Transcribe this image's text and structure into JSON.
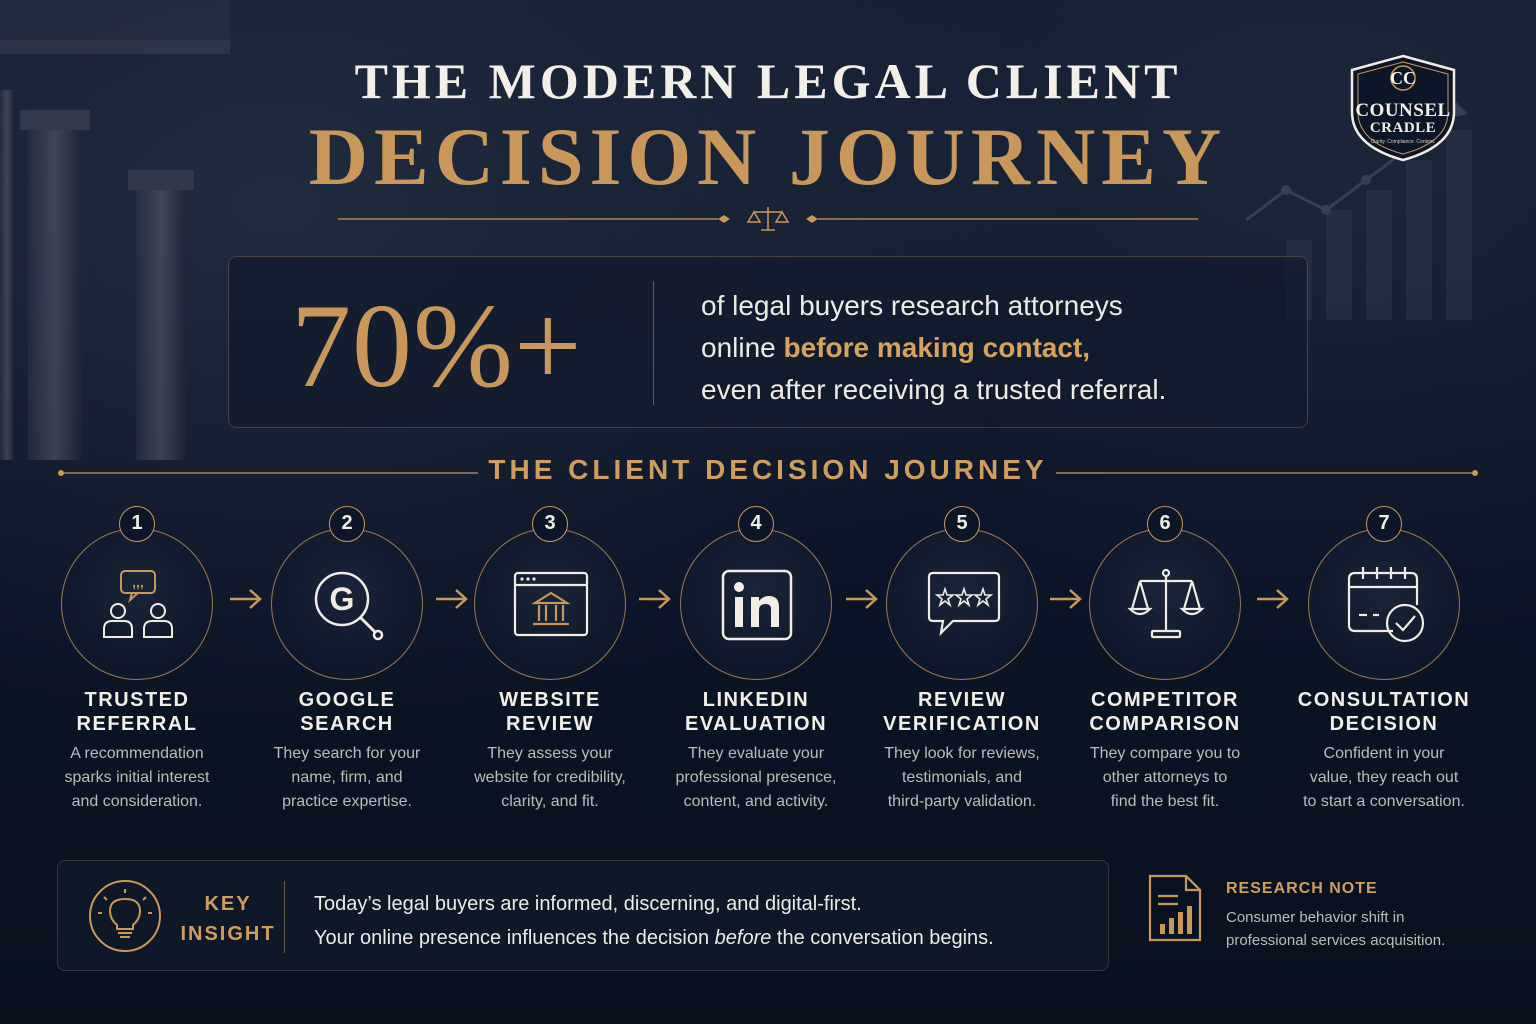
{
  "title": {
    "line1": "THE MODERN LEGAL CLIENT",
    "line2": "DECISION JOURNEY"
  },
  "logo": {
    "monogram": "CC",
    "name_line1": "COUNSEL",
    "name_line2": "CRADLE",
    "tagline": "Clarity. Compliance. Content."
  },
  "stat": {
    "number": "70%+",
    "text_line1": "of legal buyers research attorneys",
    "text_line2_plain": "online ",
    "text_line2_highlight": "before making contact,",
    "text_line3": "even after receiving a trusted referral."
  },
  "journey": {
    "heading": "THE CLIENT DECISION JOURNEY",
    "steps": [
      {
        "number": "1",
        "title1": "TRUSTED",
        "title2": "REFERRAL",
        "desc1": "A recommendation",
        "desc2": "sparks initial interest",
        "desc3": "and consideration.",
        "icon": "referral-chat-icon"
      },
      {
        "number": "2",
        "title1": "GOOGLE",
        "title2": "SEARCH",
        "desc1": "They search for your",
        "desc2": "name, firm, and",
        "desc3": "practice expertise.",
        "icon": "google-search-icon"
      },
      {
        "number": "3",
        "title1": "WEBSITE",
        "title2": "REVIEW",
        "desc1": "They assess your",
        "desc2": "website for credibility,",
        "desc3": "clarity, and fit.",
        "icon": "website-courthouse-icon"
      },
      {
        "number": "4",
        "title1": "LINKEDIN",
        "title2": "EVALUATION",
        "desc1": "They evaluate your",
        "desc2": "professional presence,",
        "desc3": "content, and activity.",
        "icon": "linkedin-icon"
      },
      {
        "number": "5",
        "title1": "REVIEW",
        "title2": "VERIFICATION",
        "desc1": "They look for reviews,",
        "desc2": "testimonials, and",
        "desc3": "third-party validation.",
        "icon": "review-stars-icon"
      },
      {
        "number": "6",
        "title1": "COMPETITOR",
        "title2": "COMPARISON",
        "desc1": "They compare you to",
        "desc2": "other attorneys to",
        "desc3": "find the best fit.",
        "icon": "scales-icon"
      },
      {
        "number": "7",
        "title1": "CONSULTATION",
        "title2": "DECISION",
        "desc1": "Confident in your",
        "desc2": "value, they reach out",
        "desc3": "to start a conversation.",
        "icon": "calendar-check-icon"
      }
    ]
  },
  "insight": {
    "label1": "KEY",
    "label2": "INSIGHT",
    "line1": "Today’s legal buyers are informed, discerning, and digital-first.",
    "line2_before": "Your online presence influences the decision ",
    "line2_italic": "before",
    "line2_after": " the conversation begins."
  },
  "research_note": {
    "title": "RESEARCH NOTE",
    "line1": "Consumer behavior shift in",
    "line2": "professional services acquisition."
  },
  "colors": {
    "background": "#0c1527",
    "gold": "#c9975a",
    "text": "#ecebe6",
    "muted": "#bdbcb6"
  }
}
